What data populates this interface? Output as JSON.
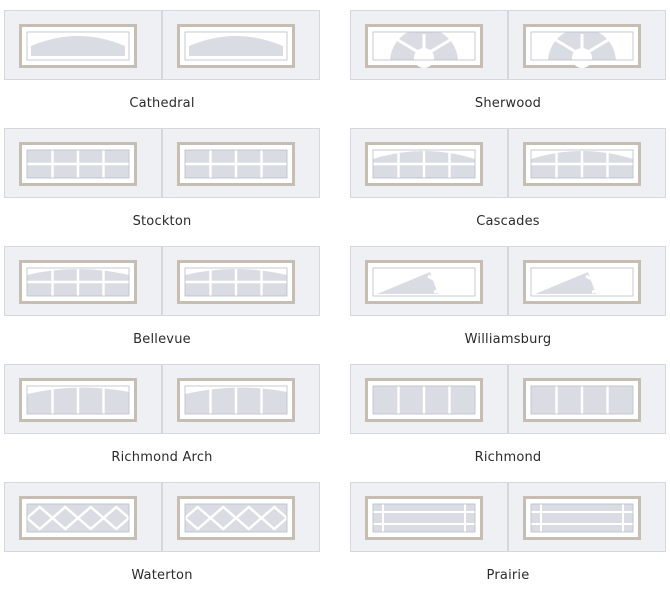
{
  "styles": [
    {
      "id": "cathedral",
      "label": "Cathedral",
      "pattern": "cathedral"
    },
    {
      "id": "sherwood",
      "label": "Sherwood",
      "pattern": "sherwood"
    },
    {
      "id": "stockton",
      "label": "Stockton",
      "pattern": "grid"
    },
    {
      "id": "cascades",
      "label": "Cascades",
      "pattern": "arch-grid-low"
    },
    {
      "id": "bellevue",
      "label": "Bellevue",
      "pattern": "arch-grid"
    },
    {
      "id": "williamsburg",
      "label": "Williamsburg",
      "pattern": "williamsburg"
    },
    {
      "id": "richmond-arch",
      "label": "Richmond Arch",
      "pattern": "richmond-arch"
    },
    {
      "id": "richmond",
      "label": "Richmond",
      "pattern": "richmond"
    },
    {
      "id": "waterton",
      "label": "Waterton",
      "pattern": "diamond"
    },
    {
      "id": "prairie",
      "label": "Prairie",
      "pattern": "prairie"
    }
  ],
  "colors": {
    "door": "#eef0f3",
    "door_edge": "#d4d8de",
    "trim": "#c6beb3",
    "frame": "#ffffff",
    "glass": "#d9dde3",
    "muntin": "#ffffff"
  }
}
